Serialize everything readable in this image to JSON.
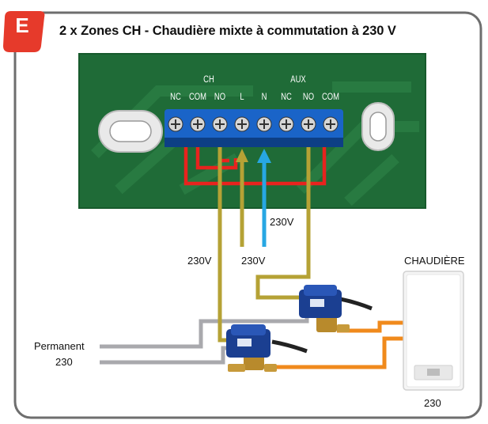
{
  "badge": {
    "letter": "E",
    "color": "#e63a2b"
  },
  "title": "2 x Zones CH - Chaudière mixte à commutation à 230 V",
  "terminal_block": {
    "group_labels": [
      "CH",
      "AUX"
    ],
    "terminals": [
      "NC",
      "COM",
      "NO",
      "L",
      "N",
      "NC",
      "NO",
      "COM"
    ]
  },
  "voltage_labels": [
    "230V",
    "230V",
    "230V"
  ],
  "boiler": {
    "label": "CHAUDIÈRE",
    "caption": "230"
  },
  "supply": {
    "label_line1": "Permanent",
    "label_line2": "230"
  },
  "colors": {
    "board": "#1d6a36",
    "terminal_block": "#1a64c8",
    "wire_red": "#e8231e",
    "wire_olive": "#b5a235",
    "wire_blue": "#27a7e3",
    "wire_grey": "#a9a9ad",
    "wire_orange": "#f08a1c",
    "frame": "#777777"
  }
}
